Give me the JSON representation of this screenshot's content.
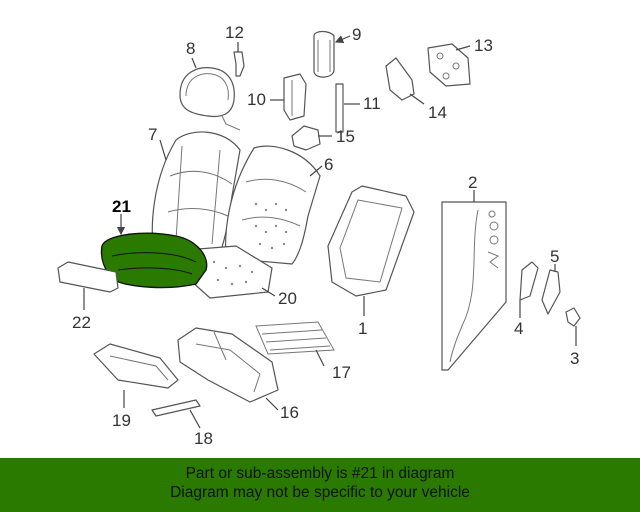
{
  "diagram": {
    "highlight_color": "#2a7a00",
    "callouts": {
      "c1": "1",
      "c2": "2",
      "c3": "3",
      "c4": "4",
      "c5": "5",
      "c6": "6",
      "c7": "7",
      "c8": "8",
      "c9": "9",
      "c10": "10",
      "c11": "11",
      "c12": "12",
      "c13": "13",
      "c14": "14",
      "c15": "15",
      "c16": "16",
      "c17": "17",
      "c18": "18",
      "c19": "19",
      "c20": "20",
      "c21": "21",
      "c22": "22"
    }
  },
  "banner": {
    "line1": "Part or sub-assembly is #21 in diagram",
    "line2": "Diagram may not be specific to your vehicle",
    "background": "#2a7a00"
  }
}
